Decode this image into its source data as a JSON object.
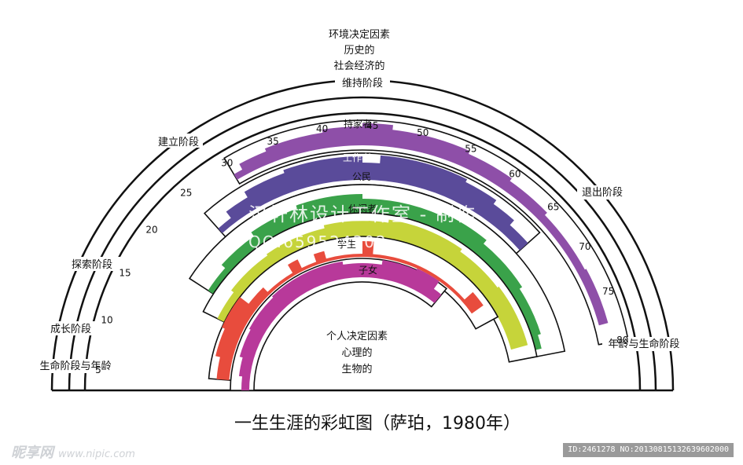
{
  "title": "一生生涯的彩虹图（萨珀，1980年）",
  "top_labels": [
    "环境决定因素",
    "历史的",
    "社会经济的"
  ],
  "stages": {
    "maintenance": "维持阶段",
    "establishment": "建立阶段",
    "exploration": "探索阶段",
    "growth": "成长阶段",
    "decline": "退出阶段",
    "life_stage_age_left": "生命阶段与年龄",
    "age_life_stage_right": "年龄与生命阶段"
  },
  "ages": [
    "5",
    "10",
    "15",
    "20",
    "25",
    "30",
    "35",
    "40",
    "45",
    "50",
    "55",
    "60",
    "65",
    "70",
    "75",
    "80"
  ],
  "roles": {
    "homemaker": "持家者",
    "worker": "工作者",
    "citizen": "公民",
    "leisurite": "休闲者",
    "student": "学生",
    "child": "子女"
  },
  "role_colors": {
    "homemaker": "#8e4fa8",
    "worker": "#5a4b9a",
    "citizen": "#3aa24a",
    "leisurite": "#c6d43a",
    "student": "#e84c3d",
    "child": "#b8399a"
  },
  "inner_labels": [
    "个人决定因素",
    "心理的",
    "生物的"
  ],
  "watermark": [
    "汉轩林设计工作室 - 制作",
    "QQ:659524302"
  ],
  "footer": {
    "logo": "昵享网",
    "url": "www.nipic.com",
    "id_text": "ID:2461278 NO:20130815132639602000"
  }
}
